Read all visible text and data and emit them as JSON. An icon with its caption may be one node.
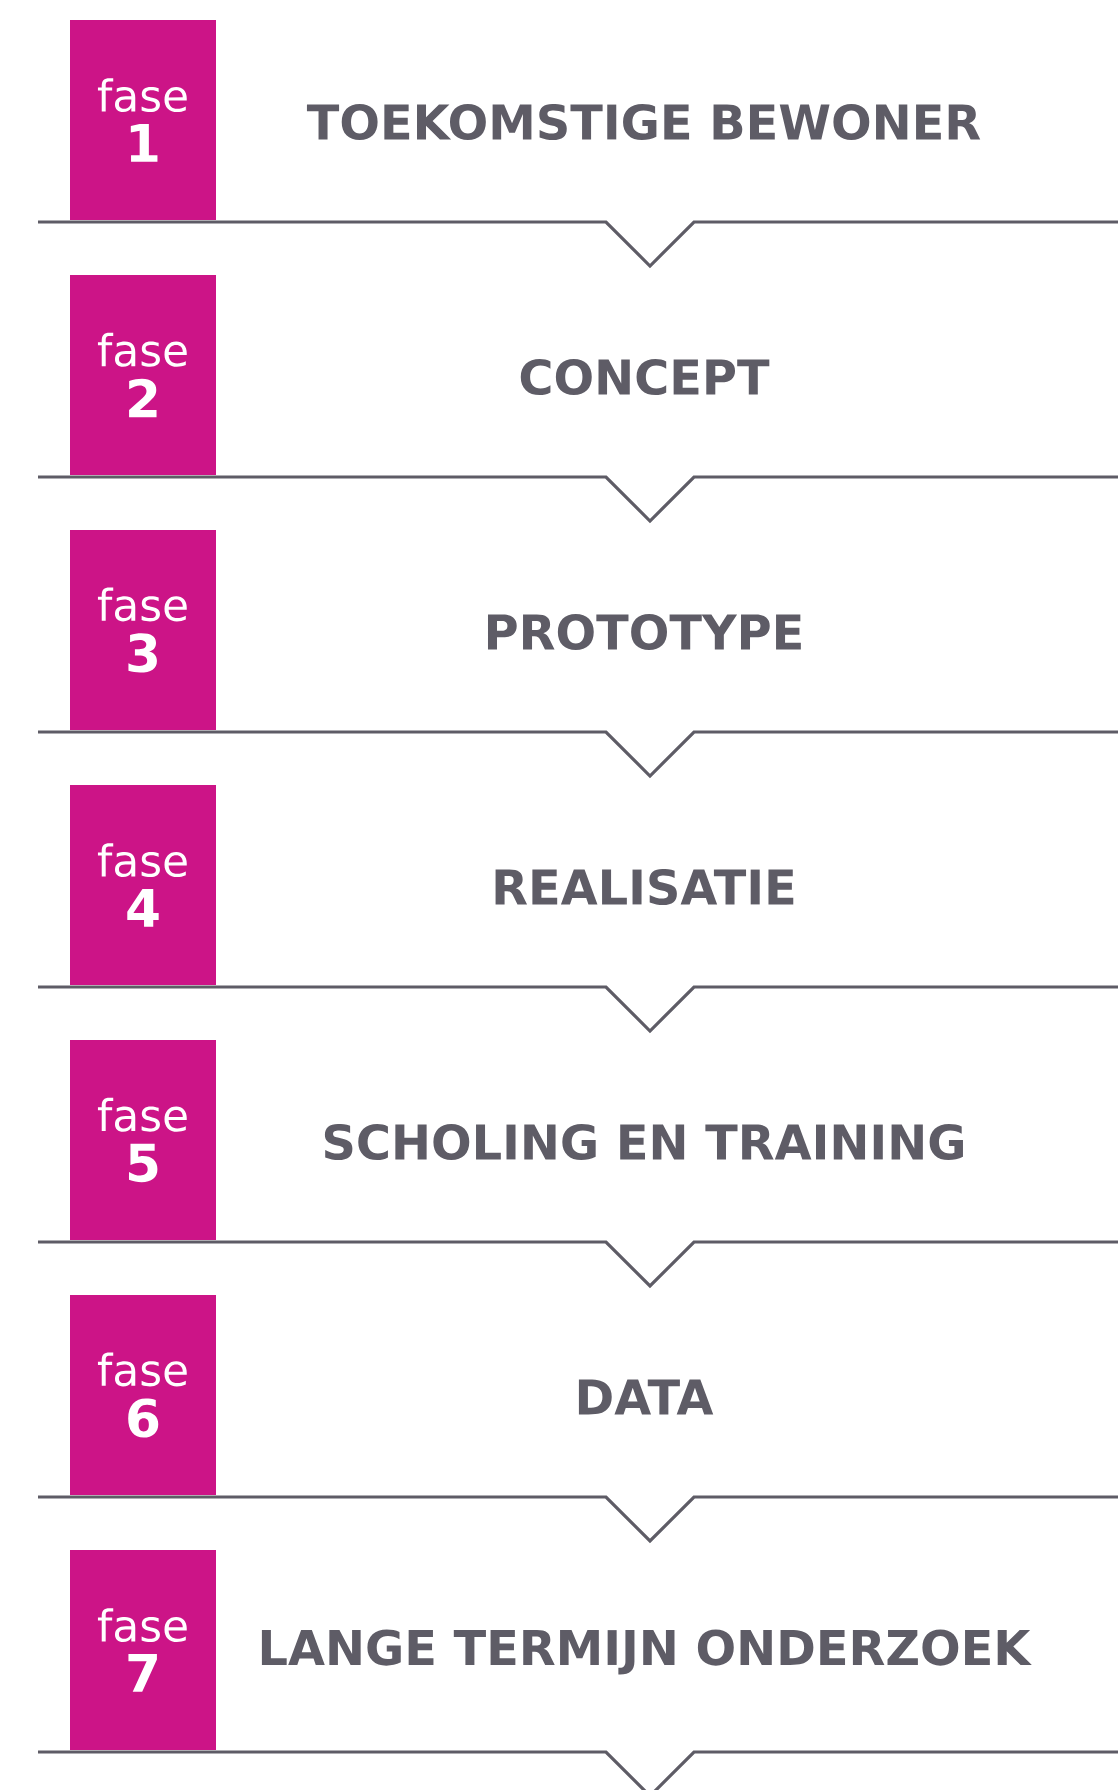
{
  "diagram": {
    "nodes": [
      {
        "text": [
          "fase",
          "1"
        ]
      },
      {
        "text": [
          "fase",
          "2"
        ]
      },
      {
        "text": [
          "fase",
          "3"
        ]
      },
      {
        "text": [
          "fase",
          "4"
        ]
      },
      {
        "text": [
          "fase",
          "5"
        ]
      },
      {
        "text": [
          "fase",
          "6"
        ]
      },
      {
        "text": [
          "fase",
          "7"
        ]
      }
    ],
    "labels": [
      "TOEKOMSTIGE BEWONER",
      "CONCEPT",
      "PROTOTYPE",
      "REALISATIE",
      "SCHOLING EN TRAINING",
      "DATA",
      "LANGE TERMIJN ONDERZOEK"
    ]
  }
}
